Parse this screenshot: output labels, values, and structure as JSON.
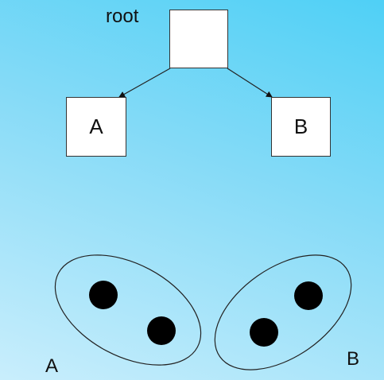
{
  "tree": {
    "root_label": "root",
    "left_child_label": "A",
    "right_child_label": "B"
  },
  "clusters": [
    {
      "label": "A",
      "points": 2
    },
    {
      "label": "B",
      "points": 2
    }
  ],
  "colors": {
    "background_top": "#4fd0f6",
    "background_bottom": "#c9eefc",
    "node_fill": "#ffffff",
    "stroke": "#222222",
    "point": "#000000"
  }
}
